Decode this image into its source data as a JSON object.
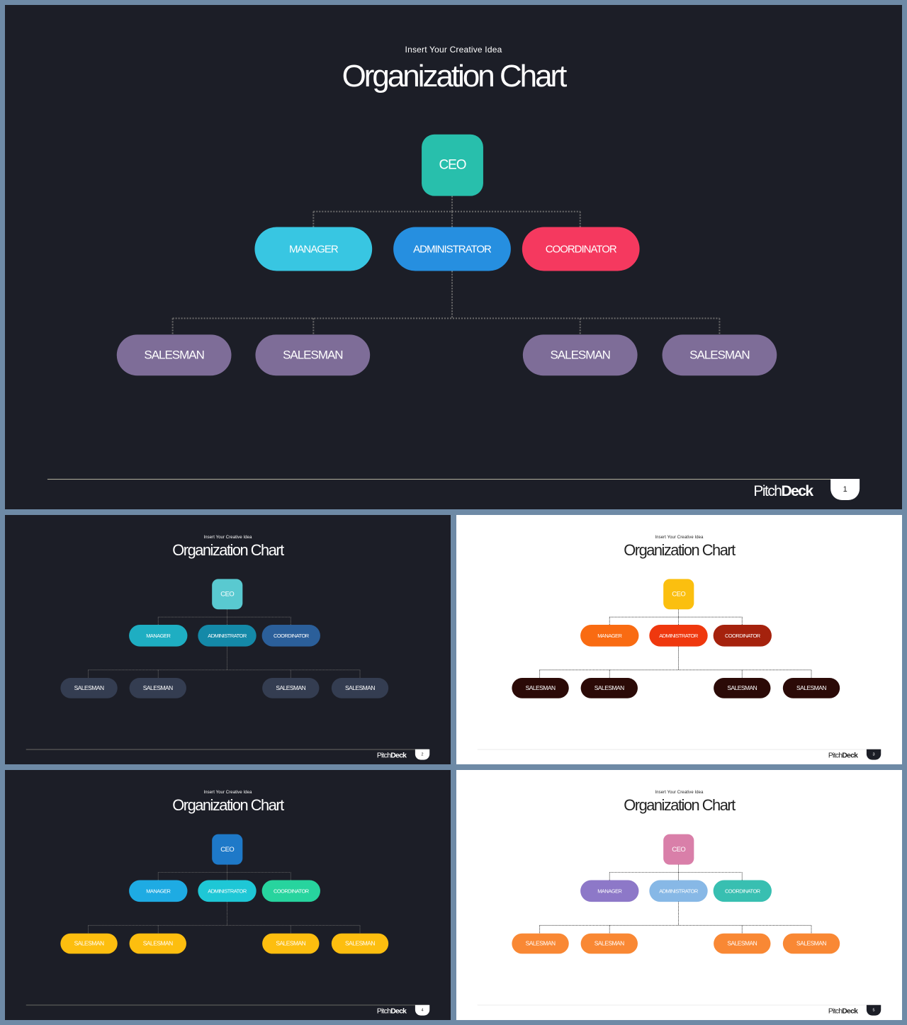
{
  "slides": [
    {
      "theme": "dark",
      "subtitle": "Insert Your Creative Idea",
      "title": "Organization Chart",
      "ceo": {
        "label": "CEO",
        "color": "#28bfac"
      },
      "manager": {
        "label": "MANAGER",
        "color": "#38c6e2"
      },
      "administrator": {
        "label": "ADMINISTRATOR",
        "color": "#268fe0"
      },
      "coordinator": {
        "label": "COORDINATOR",
        "color": "#f5395f"
      },
      "salesmen": [
        {
          "label": "SALESMAN",
          "color": "#7e6d98"
        },
        {
          "label": "SALESMAN",
          "color": "#7e6d98"
        },
        {
          "label": "SALESMAN",
          "color": "#7e6d98"
        },
        {
          "label": "SALESMAN",
          "color": "#7e6d98"
        }
      ],
      "brand": {
        "part1": "Pitch",
        "part2": "Deck"
      },
      "page": "1"
    },
    {
      "theme": "dark",
      "subtitle": "Insert Your Creative Idea",
      "title": "Organization Chart",
      "ceo": {
        "label": "CEO",
        "color": "#59c9d0"
      },
      "manager": {
        "label": "MANAGER",
        "color": "#1eaec2"
      },
      "administrator": {
        "label": "ADMINISTRATOR",
        "color": "#1489a8"
      },
      "coordinator": {
        "label": "COORDINATOR",
        "color": "#2b5f9a"
      },
      "salesmen": [
        {
          "label": "SALESMAN",
          "color": "#343d51"
        },
        {
          "label": "SALESMAN",
          "color": "#343d51"
        },
        {
          "label": "SALESMAN",
          "color": "#343d51"
        },
        {
          "label": "SALESMAN",
          "color": "#343d51"
        }
      ],
      "brand": {
        "part1": "Pitch",
        "part2": "Deck"
      },
      "page": "2"
    },
    {
      "theme": "light",
      "subtitle": "Insert Your Creative Idea",
      "title": "Organization Chart",
      "ceo": {
        "label": "CEO",
        "color": "#fbbf0f"
      },
      "manager": {
        "label": "MANAGER",
        "color": "#f96b12"
      },
      "administrator": {
        "label": "ADMINISTRATOR",
        "color": "#ef380e"
      },
      "coordinator": {
        "label": "COORDINATOR",
        "color": "#a5220d"
      },
      "salesmen": [
        {
          "label": "SALESMAN",
          "color": "#2b0a07"
        },
        {
          "label": "SALESMAN",
          "color": "#2b0a07"
        },
        {
          "label": "SALESMAN",
          "color": "#2b0a07"
        },
        {
          "label": "SALESMAN",
          "color": "#2b0a07"
        }
      ],
      "brand": {
        "part1": "Pitch",
        "part2": "Deck"
      },
      "page": "3"
    },
    {
      "theme": "dark",
      "subtitle": "Insert Your Creative Idea",
      "title": "Organization Chart",
      "ceo": {
        "label": "CEO",
        "color": "#1e79c8"
      },
      "manager": {
        "label": "MANAGER",
        "color": "#1eabe3"
      },
      "administrator": {
        "label": "ADMINISTRATOR",
        "color": "#1ec7d6"
      },
      "coordinator": {
        "label": "COORDINATOR",
        "color": "#27d49e"
      },
      "salesmen": [
        {
          "label": "SALESMAN",
          "color": "#fdbe0f"
        },
        {
          "label": "SALESMAN",
          "color": "#fdbe0f"
        },
        {
          "label": "SALESMAN",
          "color": "#fdbe0f"
        },
        {
          "label": "SALESMAN",
          "color": "#fdbe0f"
        }
      ],
      "brand": {
        "part1": "Pitch",
        "part2": "Deck"
      },
      "page": "4"
    },
    {
      "theme": "light",
      "subtitle": "Insert Your Creative Idea",
      "title": "Organization Chart",
      "ceo": {
        "label": "CEO",
        "color": "#d97fa9"
      },
      "manager": {
        "label": "MANAGER",
        "color": "#8d78c8"
      },
      "administrator": {
        "label": "ADMINISTRATOR",
        "color": "#87b8e6"
      },
      "coordinator": {
        "label": "COORDINATOR",
        "color": "#38bfb1"
      },
      "salesmen": [
        {
          "label": "SALESMAN",
          "color": "#f98834"
        },
        {
          "label": "SALESMAN",
          "color": "#f98834"
        },
        {
          "label": "SALESMAN",
          "color": "#f98834"
        },
        {
          "label": "SALESMAN",
          "color": "#f98834"
        }
      ],
      "brand": {
        "part1": "Pitch",
        "part2": "Deck"
      },
      "page": "5"
    }
  ]
}
